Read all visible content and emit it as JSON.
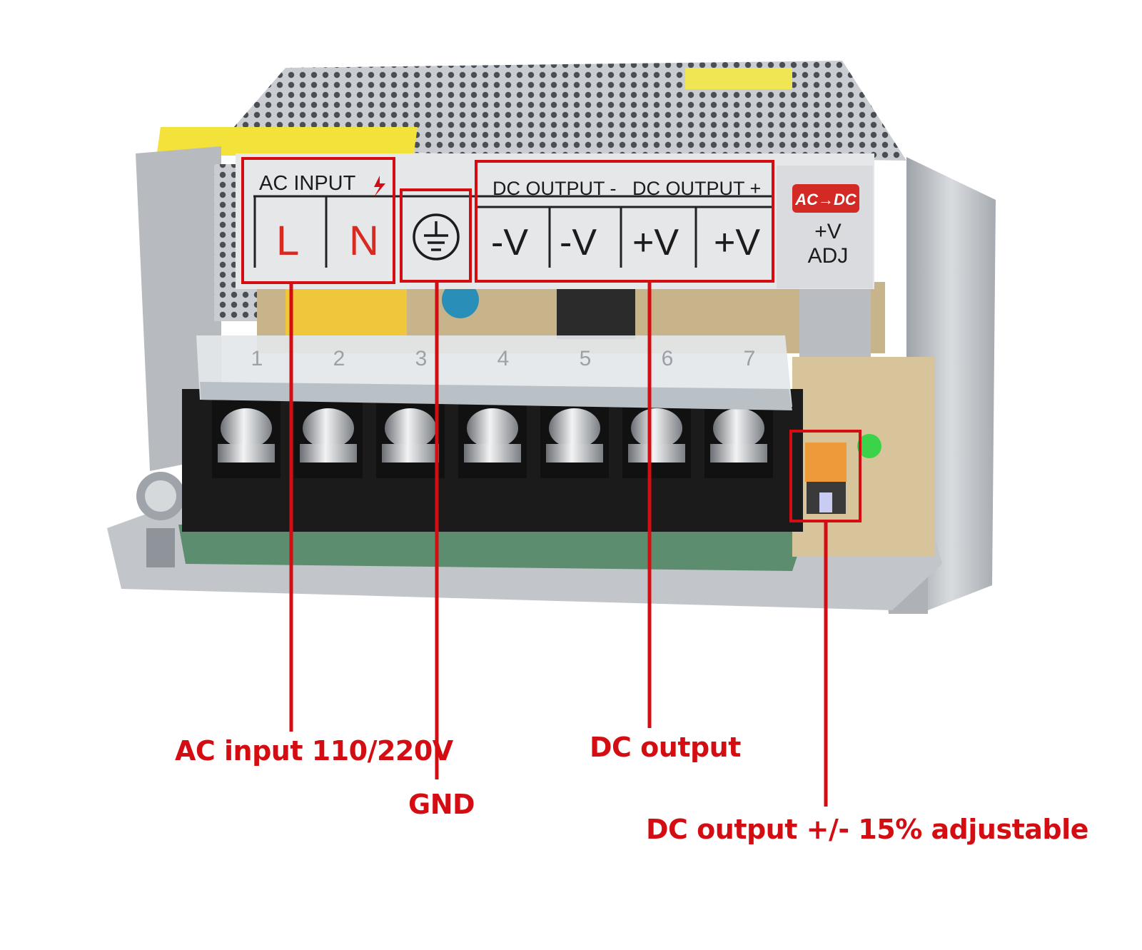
{
  "colors": {
    "accent_red": "#d40d12",
    "chassis": "#bfc3c8",
    "terminal_block": "#1b1b1b",
    "label_plate": "#e6e7e9"
  },
  "panel": {
    "ac_input": "AC INPUT",
    "dc_out_neg": "DC OUTPUT -",
    "dc_out_pos": "DC OUTPUT +",
    "badge": "AC→DC",
    "adj_top": "+V",
    "adj_bottom": "ADJ",
    "terminals": [
      "L",
      "N",
      "-V",
      "-V",
      "+V",
      "+V"
    ],
    "ground_icon": "ground-symbol-icon",
    "bolt_icon": "lightning-bolt-icon"
  },
  "screw_numbers": [
    "1",
    "2",
    "3",
    "4",
    "5",
    "6",
    "7"
  ],
  "callouts": {
    "ac_input": "AC input 110/220V",
    "gnd": "GND",
    "dc_output": "DC output",
    "dc_adjust": "DC output +/- 15% adjustable"
  }
}
